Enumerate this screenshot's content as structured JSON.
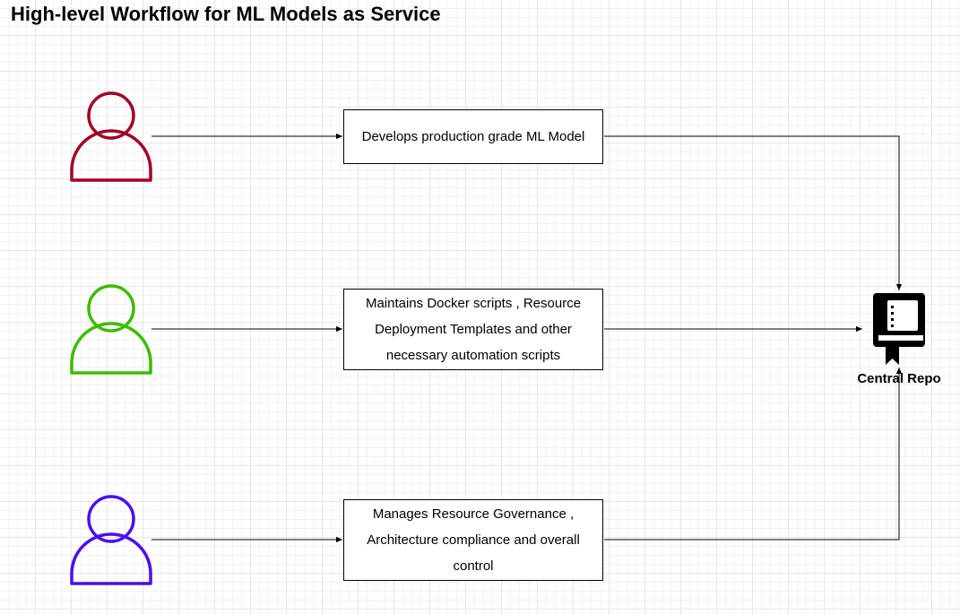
{
  "title": "High-level Workflow for ML Models as Service",
  "actors": [
    {
      "icon": "user-icon",
      "color": "#a20025",
      "task": "Develops production grade ML Model"
    },
    {
      "icon": "user-icon",
      "color": "#3dbb00",
      "task": "Maintains Docker scripts , Resource Deployment Templates and other necessary automation scripts"
    },
    {
      "icon": "user-icon",
      "color": "#4b0ff0",
      "task": "Manages Resource Governance , Architecture compliance and overall control"
    }
  ],
  "repository": {
    "icon": "book-icon",
    "label": "Central Repo"
  }
}
